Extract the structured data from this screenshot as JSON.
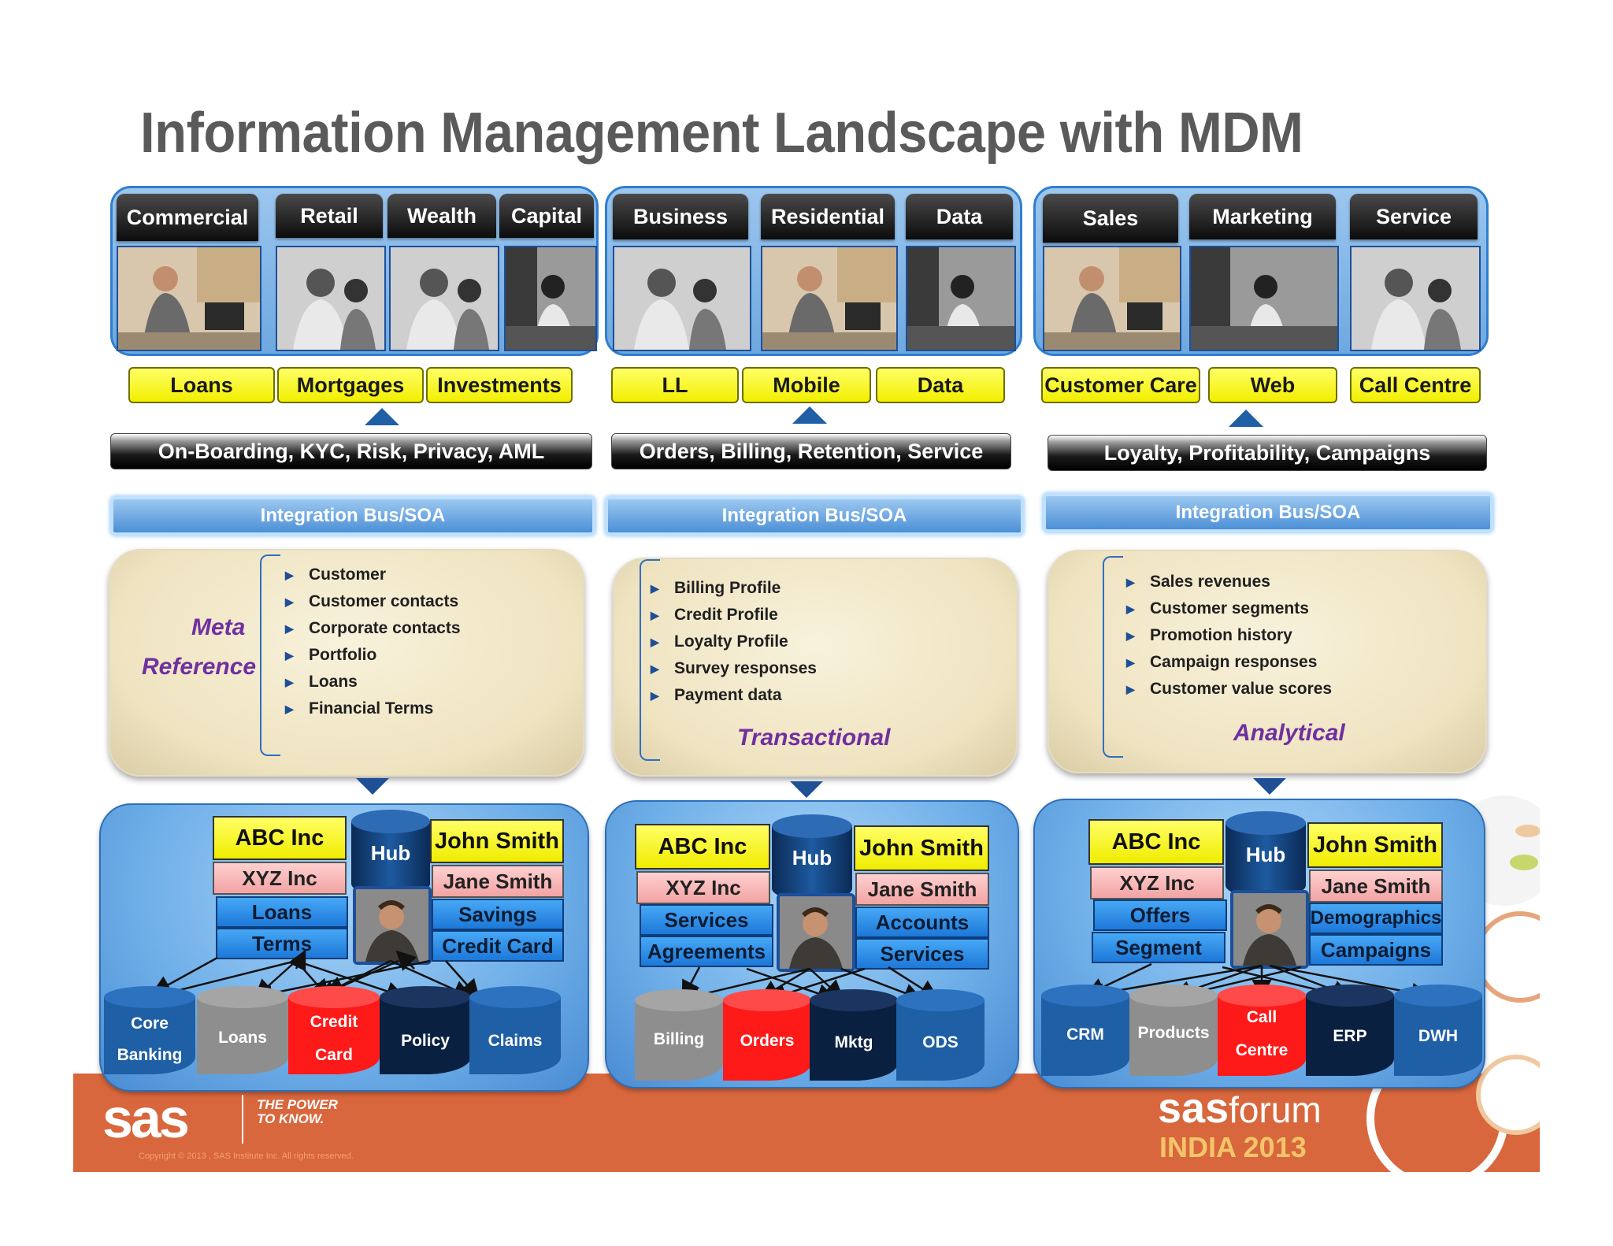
{
  "title": "Information Management Landscape with MDM",
  "sections": [
    {
      "tabs": [
        "Commercial",
        "Retail",
        "Wealth",
        "Capital"
      ],
      "products": [
        "Loans",
        "Mortgages",
        "Investments"
      ],
      "processes": "On-Boarding, KYC, Risk, Privacy, AML",
      "bus": "Integration Bus/SOA",
      "data_items": [
        "Customer",
        "Customer contacts",
        "Corporate contacts",
        "Portfolio",
        "Loans",
        "Financial Terms"
      ],
      "data_label_1": "Meta",
      "data_label_2": "Reference",
      "hub": {
        "hub_label": "Hub",
        "left": [
          "ABC Inc",
          "XYZ Inc",
          "Loans",
          "Terms"
        ],
        "right": [
          "John Smith",
          "Jane Smith",
          "Savings",
          "Credit Card"
        ]
      },
      "systems": [
        {
          "l1": "Core",
          "l2": "Banking",
          "color": "#1f5fa5"
        },
        {
          "l1": "Loans",
          "l2": "",
          "color": "#8e8e8e"
        },
        {
          "l1": "Credit",
          "l2": "Card",
          "color": "#ff1a1a"
        },
        {
          "l1": "Policy",
          "l2": "",
          "color": "#0a2040"
        },
        {
          "l1": "Claims",
          "l2": "",
          "color": "#1f5fa5"
        }
      ]
    },
    {
      "tabs": [
        "Business",
        "Residential",
        "Data"
      ],
      "products": [
        "LL",
        "Mobile",
        "Data"
      ],
      "processes": "Orders, Billing, Retention, Service",
      "bus": "Integration Bus/SOA",
      "data_items": [
        "Billing Profile",
        "Credit Profile",
        "Loyalty Profile",
        "Survey responses",
        "Payment data"
      ],
      "data_label": "Transactional",
      "hub": {
        "hub_label": "Hub",
        "left": [
          "ABC Inc",
          "XYZ Inc",
          "Services",
          "Agreements"
        ],
        "right": [
          "John Smith",
          "Jane Smith",
          "Accounts",
          "Services"
        ]
      },
      "systems": [
        {
          "l1": "Billing",
          "l2": "",
          "color": "#8e8e8e"
        },
        {
          "l1": "Orders",
          "l2": "",
          "color": "#ff1a1a"
        },
        {
          "l1": "Mktg",
          "l2": "",
          "color": "#0a2040"
        },
        {
          "l1": "ODS",
          "l2": "",
          "color": "#1f5fa5"
        }
      ]
    },
    {
      "tabs": [
        "Sales",
        "Marketing",
        "Service"
      ],
      "products": [
        "Customer Care",
        "Web",
        "Call Centre"
      ],
      "processes": "Loyalty, Profitability, Campaigns",
      "bus": "Integration Bus/SOA",
      "data_items": [
        "Sales revenues",
        "Customer segments",
        "Promotion history",
        "Campaign responses",
        "Customer value scores"
      ],
      "data_label": "Analytical",
      "hub": {
        "hub_label": "Hub",
        "left": [
          "ABC Inc",
          "XYZ Inc",
          "Offers",
          "Segment"
        ],
        "right": [
          "John Smith",
          "Jane Smith",
          "Demographics",
          "Campaigns"
        ]
      },
      "systems": [
        {
          "l1": "CRM",
          "l2": "",
          "color": "#1f5fa5"
        },
        {
          "l1": "Products",
          "l2": "",
          "color": "#8e8e8e"
        },
        {
          "l1": "Call",
          "l2": "Centre",
          "color": "#ff1a1a"
        },
        {
          "l1": "ERP",
          "l2": "",
          "color": "#0a2040"
        },
        {
          "l1": "DWH",
          "l2": "",
          "color": "#1f5fa5"
        }
      ]
    }
  ],
  "footer": {
    "logo": "sas",
    "tagline": "THE POWER TO KNOW.",
    "copyright": "Copyright © 2013 , SAS Institute Inc. All rights reserved.",
    "event_1": "sas",
    "event_2": "forum",
    "event_3": "INDIA 2013"
  },
  "colors": {
    "footer_band": "#d9673d",
    "title": "#5a5a5a",
    "accent_purple": "#7030a0",
    "hub_blue": "#1d78d8"
  }
}
